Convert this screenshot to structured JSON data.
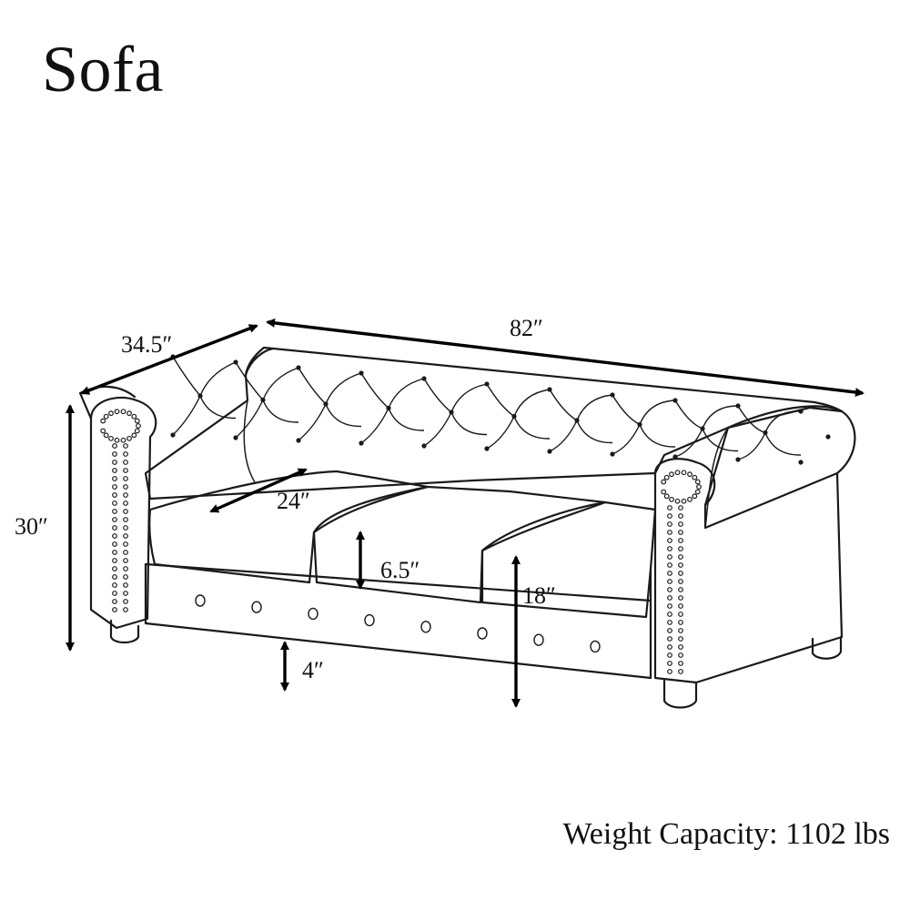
{
  "title": "Sofa",
  "dimensions": {
    "depth": "34.5″",
    "width": "82″",
    "height": "30″",
    "seat_depth": "24″",
    "cushion_thickness": "6.5″",
    "seat_height": "18″",
    "leg_height": "4″"
  },
  "weight_capacity": "Weight Capacity: 1102 lbs",
  "colors": {
    "line": "#1a1a1a",
    "background": "#ffffff"
  }
}
